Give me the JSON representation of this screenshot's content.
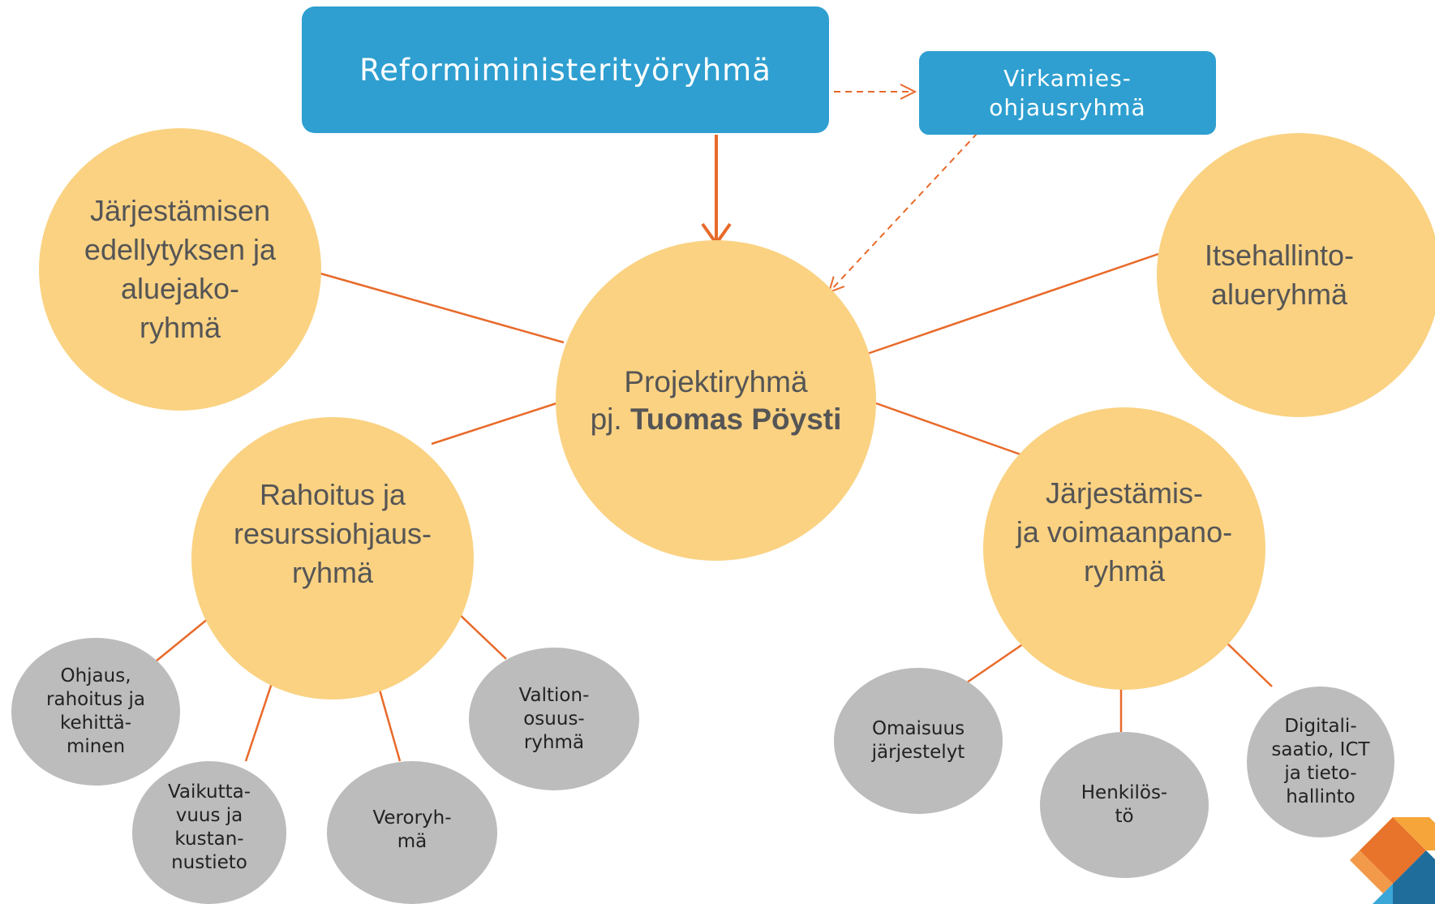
{
  "boxes": {
    "main": "Reformiministerityöryhmä",
    "side": "Virkamies-\nohjausryhmä"
  },
  "center": {
    "line1": "Projektiryhmä",
    "prefix": "pj.",
    "chair": "Tuomas Pöysti"
  },
  "groups": {
    "jarjestamisen": "Järjestämisen\nedellytyksen ja\naluejako-\nryhmä",
    "itsehallinto": "Itsehallinto-\nalueryhmä",
    "rahoitus": "Rahoitus ja\nresurssiohjaus-\nryhmä",
    "voimaanpano": "Järjestämis-\nja voimaanpano-\nryhmä"
  },
  "subgroups": {
    "ohjaus": "Ohjaus,\nrahoitus ja\nkehittä-\nminen",
    "vaikuttavuus": "Vaikutta-\nvuus ja\nkustan-\nnustieto",
    "vero": "Veroryh-\nmä",
    "valtionosuus": "Valtion-\nosuus-\nryhmä",
    "omaisuus": "Omaisuus\njärjestelyt",
    "henkilosto": "Henkilös-\ntö",
    "digitalisaatio": "Digitali-\nsaatio, ICT\nja tieto-\nhallinto"
  },
  "colors": {
    "box": "#2e9fd0",
    "group": "#fad282",
    "subgroup": "#bcbcbc",
    "connector": "#e86a2a"
  }
}
